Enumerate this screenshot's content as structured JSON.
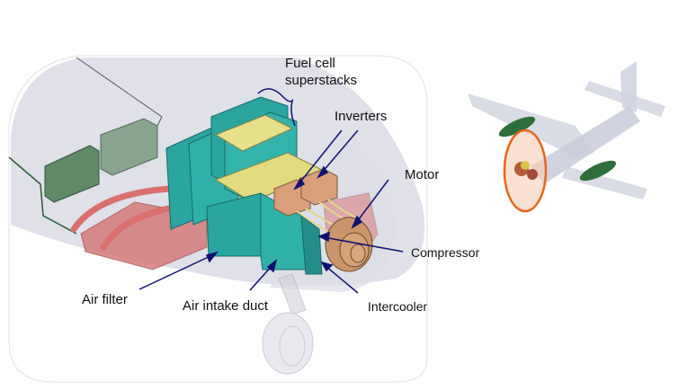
{
  "diagram": {
    "labels": {
      "fuel_cell_line1": "Fuel cell",
      "fuel_cell_line2": "superstacks",
      "inverters": "Inverters",
      "motor": "Motor",
      "compressor": "Compressor",
      "intercooler": "Intercooler",
      "air_filter": "Air filter",
      "air_intake_duct": "Air intake duct"
    },
    "colors": {
      "leader_line": "#101070",
      "fuel_cell": "#2aa5a0",
      "inverter": "#d8a07a",
      "plate": "#e6e08a",
      "heat_exchanger": "#d9706e",
      "battery": "#4f7d58",
      "motor": "#c9956a",
      "highlight_ellipse": "#e8651f",
      "nacelle": "#2f6e3a"
    }
  }
}
